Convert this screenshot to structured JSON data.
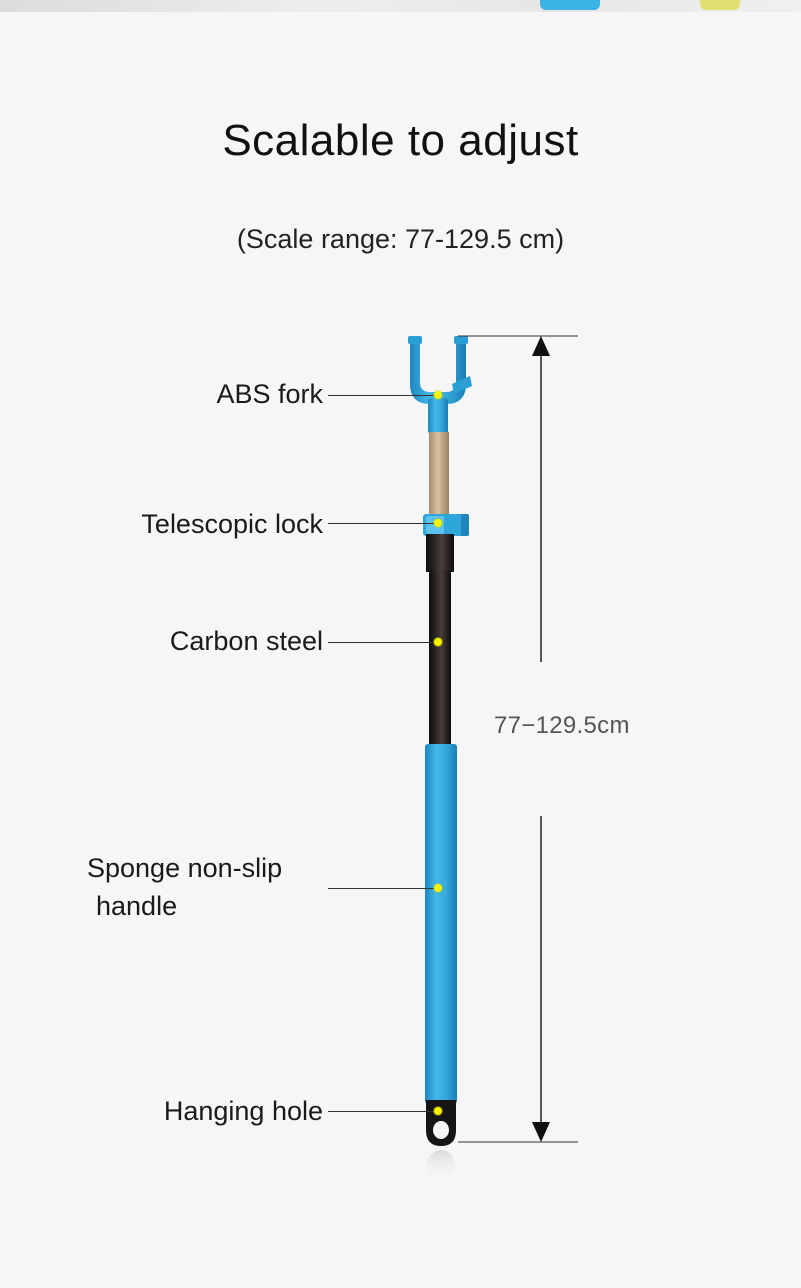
{
  "header": {
    "title": "Scalable to adjust",
    "subtitle": "(Scale range: 77-129.5 cm)"
  },
  "labels": {
    "fork": "ABS fork",
    "lock": "Telescopic lock",
    "steel": "Carbon steel",
    "handle_line1": "Sponge non-slip",
    "handle_line2": "handle",
    "hole": "Hanging hole"
  },
  "dimension": {
    "text": "77−129.5cm"
  },
  "colors": {
    "background": "#f6f6f6",
    "pole_blue": "#2fa6da",
    "carbon_black": "#1c1a1a",
    "inner_tube": "#c9ae8c",
    "marker_dot": "#f4f400"
  }
}
